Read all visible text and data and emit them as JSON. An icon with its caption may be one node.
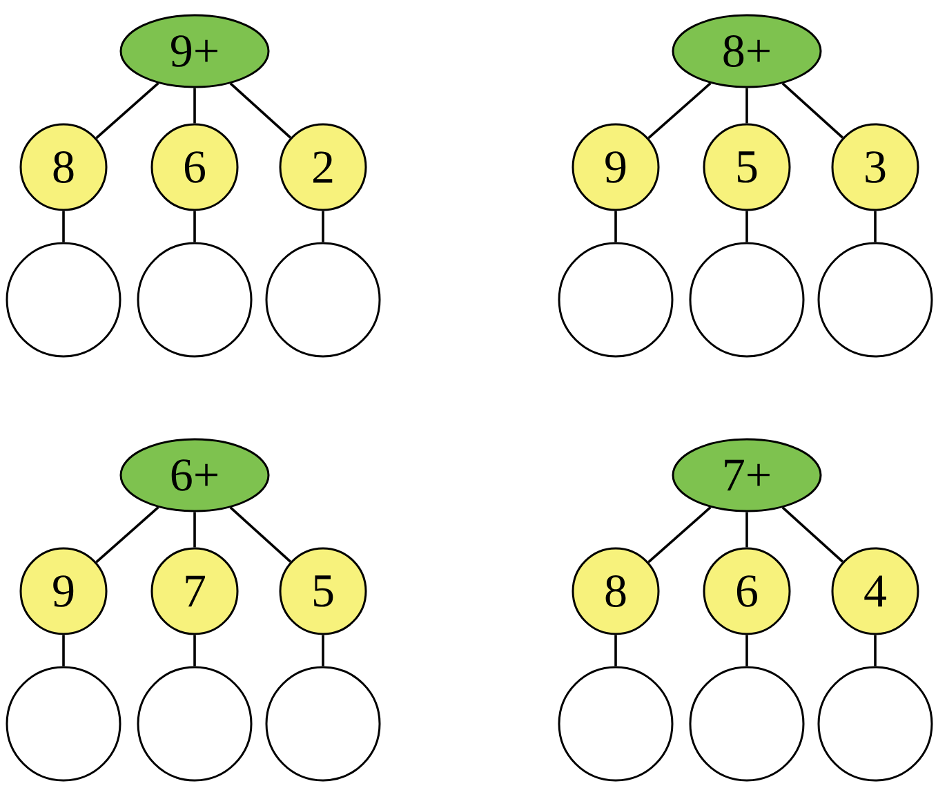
{
  "diagram": {
    "nodes": [
      {
        "text": [
          "9+"
        ]
      },
      {
        "text": [
          "8"
        ]
      },
      {
        "text": [
          "6"
        ]
      },
      {
        "text": [
          "2"
        ]
      },
      {
        "text": [],
        "shape": "circle"
      },
      {
        "text": [],
        "shape": "circle"
      },
      {
        "text": [],
        "shape": "circle"
      },
      {
        "text": [
          "8+"
        ]
      },
      {
        "text": [
          "9"
        ]
      },
      {
        "text": [
          "5"
        ]
      },
      {
        "text": [
          "3"
        ]
      },
      {
        "text": [],
        "shape": "circle"
      },
      {
        "text": [],
        "shape": "circle"
      },
      {
        "text": [],
        "shape": "circle"
      },
      {
        "text": [
          "6+"
        ]
      },
      {
        "text": [
          "9"
        ]
      },
      {
        "text": [
          "7"
        ]
      },
      {
        "text": [
          "5"
        ]
      },
      {
        "text": [],
        "shape": "circle"
      },
      {
        "text": [],
        "shape": "circle"
      },
      {
        "text": [],
        "shape": "circle"
      },
      {
        "text": [
          "7+"
        ]
      },
      {
        "text": [
          "8"
        ]
      },
      {
        "text": [
          "6"
        ]
      },
      {
        "text": [
          "4"
        ]
      },
      {
        "text": [],
        "shape": "circle"
      },
      {
        "text": [],
        "shape": "circle"
      },
      {
        "text": [],
        "shape": "circle"
      }
    ],
    "edges": [
      {
        "from": 0,
        "to": 1,
        "arrow": "none"
      },
      {
        "from": 0,
        "to": 2,
        "arrow": "none"
      },
      {
        "from": 0,
        "to": 3,
        "arrow": "none"
      },
      {
        "from": 1,
        "to": 4,
        "arrow": "none"
      },
      {
        "from": 2,
        "to": 5,
        "arrow": "none"
      },
      {
        "from": 3,
        "to": 6,
        "arrow": "none"
      },
      {
        "from": 7,
        "to": 8,
        "arrow": "none"
      },
      {
        "from": 7,
        "to": 9,
        "arrow": "none"
      },
      {
        "from": 7,
        "to": 10,
        "arrow": "none"
      },
      {
        "from": 8,
        "to": 11,
        "arrow": "none"
      },
      {
        "from": 9,
        "to": 12,
        "arrow": "none"
      },
      {
        "from": 10,
        "to": 13,
        "arrow": "none"
      },
      {
        "from": 14,
        "to": 15,
        "arrow": "none"
      },
      {
        "from": 14,
        "to": 16,
        "arrow": "none"
      },
      {
        "from": 14,
        "to": 17,
        "arrow": "none"
      },
      {
        "from": 15,
        "to": 18,
        "arrow": "none"
      },
      {
        "from": 16,
        "to": 19,
        "arrow": "none"
      },
      {
        "from": 17,
        "to": 20,
        "arrow": "none"
      },
      {
        "from": 21,
        "to": 22,
        "arrow": "none"
      },
      {
        "from": 21,
        "to": 23,
        "arrow": "none"
      },
      {
        "from": 21,
        "to": 24,
        "arrow": "none"
      },
      {
        "from": 22,
        "to": 25,
        "arrow": "none"
      },
      {
        "from": 23,
        "to": 26,
        "arrow": "none"
      },
      {
        "from": 24,
        "to": 27,
        "arrow": "none"
      }
    ]
  }
}
